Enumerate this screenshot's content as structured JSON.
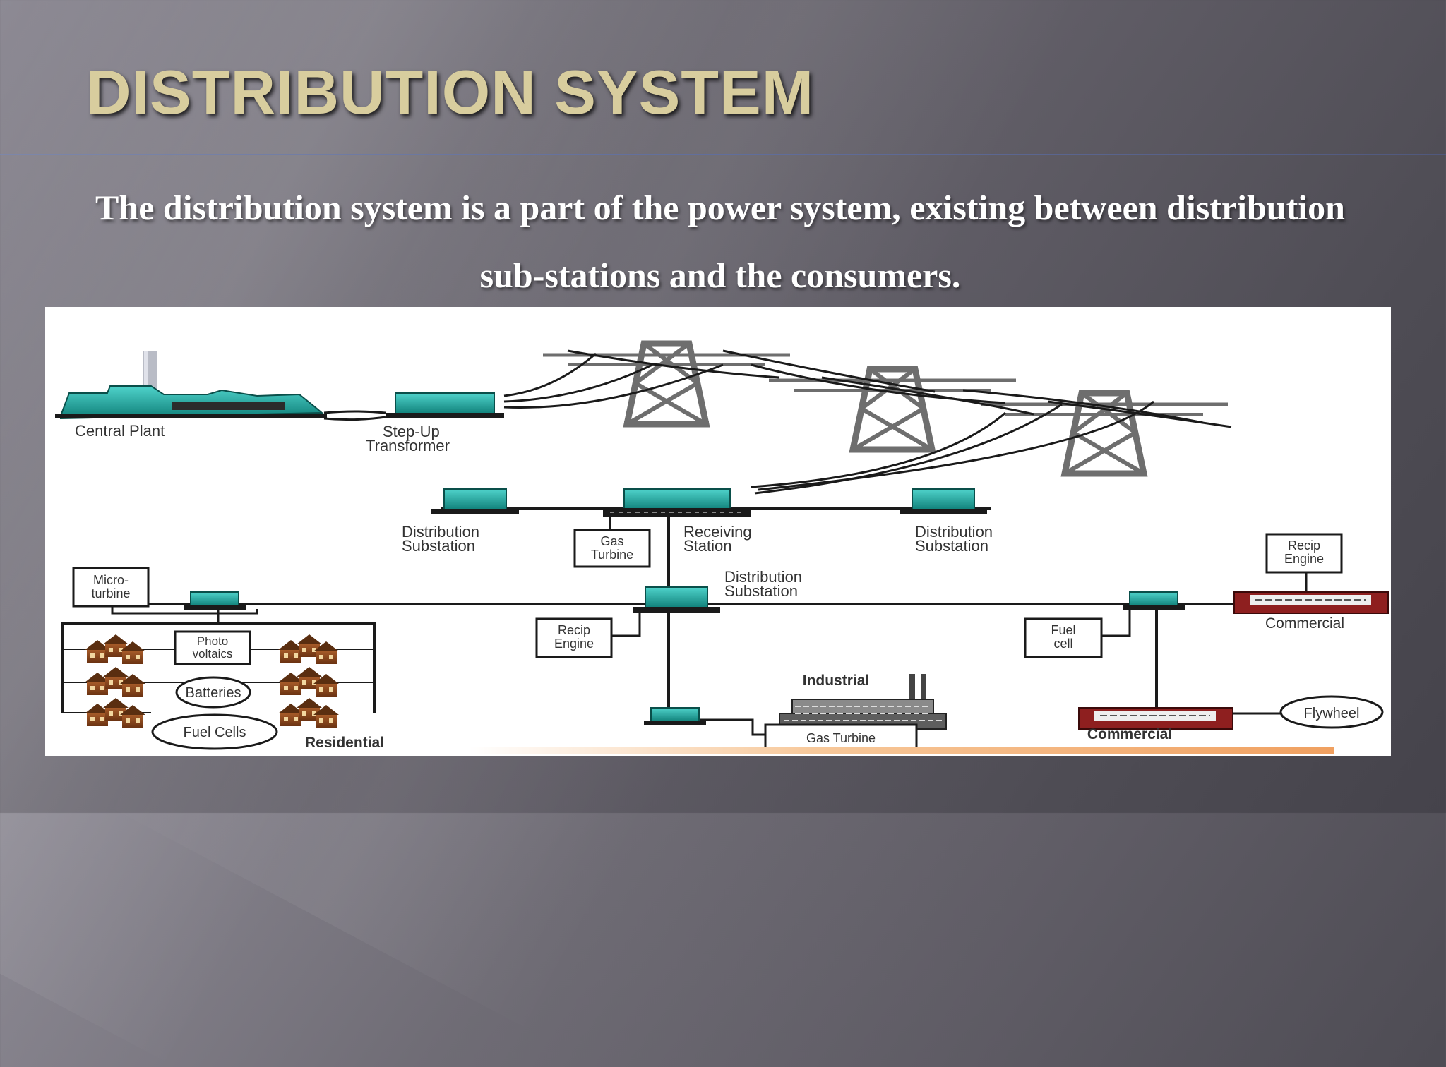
{
  "slide": {
    "title": "DISTRIBUTION SYSTEM",
    "subtitle_line1": "The distribution system is a part of the power system, existing between distribution",
    "subtitle_line2": "sub-stations and the consumers."
  },
  "diagram": {
    "central_plant": "Central Plant",
    "step_up_line1": "Step-Up",
    "step_up_line2": "Transformer",
    "dist_sub_left_line1": "Distribution",
    "dist_sub_left_line2": "Substation",
    "gas_turbine_top_line1": "Gas",
    "gas_turbine_top_line2": "Turbine",
    "receiving_line1": "Receiving",
    "receiving_line2": "Station",
    "dist_sub_right_line1": "Distribution",
    "dist_sub_right_line2": "Substation",
    "dist_sub_center_line1": "Distribution",
    "dist_sub_center_line2": "Substation",
    "micro_turbine_line1": "Micro-",
    "micro_turbine_line2": "turbine",
    "photo_voltaics_line1": "Photo",
    "photo_voltaics_line2": "voltaics",
    "batteries": "Batteries",
    "fuel_cells": "Fuel Cells",
    "residential": "Residential",
    "recip_engine_center_line1": "Recip",
    "recip_engine_center_line2": "Engine",
    "industrial": "Industrial",
    "gas_turbine_bottom": "Gas Turbine",
    "fuel_cell_line1": "Fuel",
    "fuel_cell_line2": "cell",
    "commercial_bottom": "Commercial",
    "flywheel": "Flywheel",
    "recip_engine_right_line1": "Recip",
    "recip_engine_right_line2": "Engine",
    "commercial_right": "Commercial"
  },
  "colors": {
    "title": "#d8cd9e",
    "equipment_teal": "#17a8a0",
    "commercial_red": "#8e1f1f",
    "house_brown": "#8b4a1e",
    "tower_gray": "#6e6e6e"
  }
}
